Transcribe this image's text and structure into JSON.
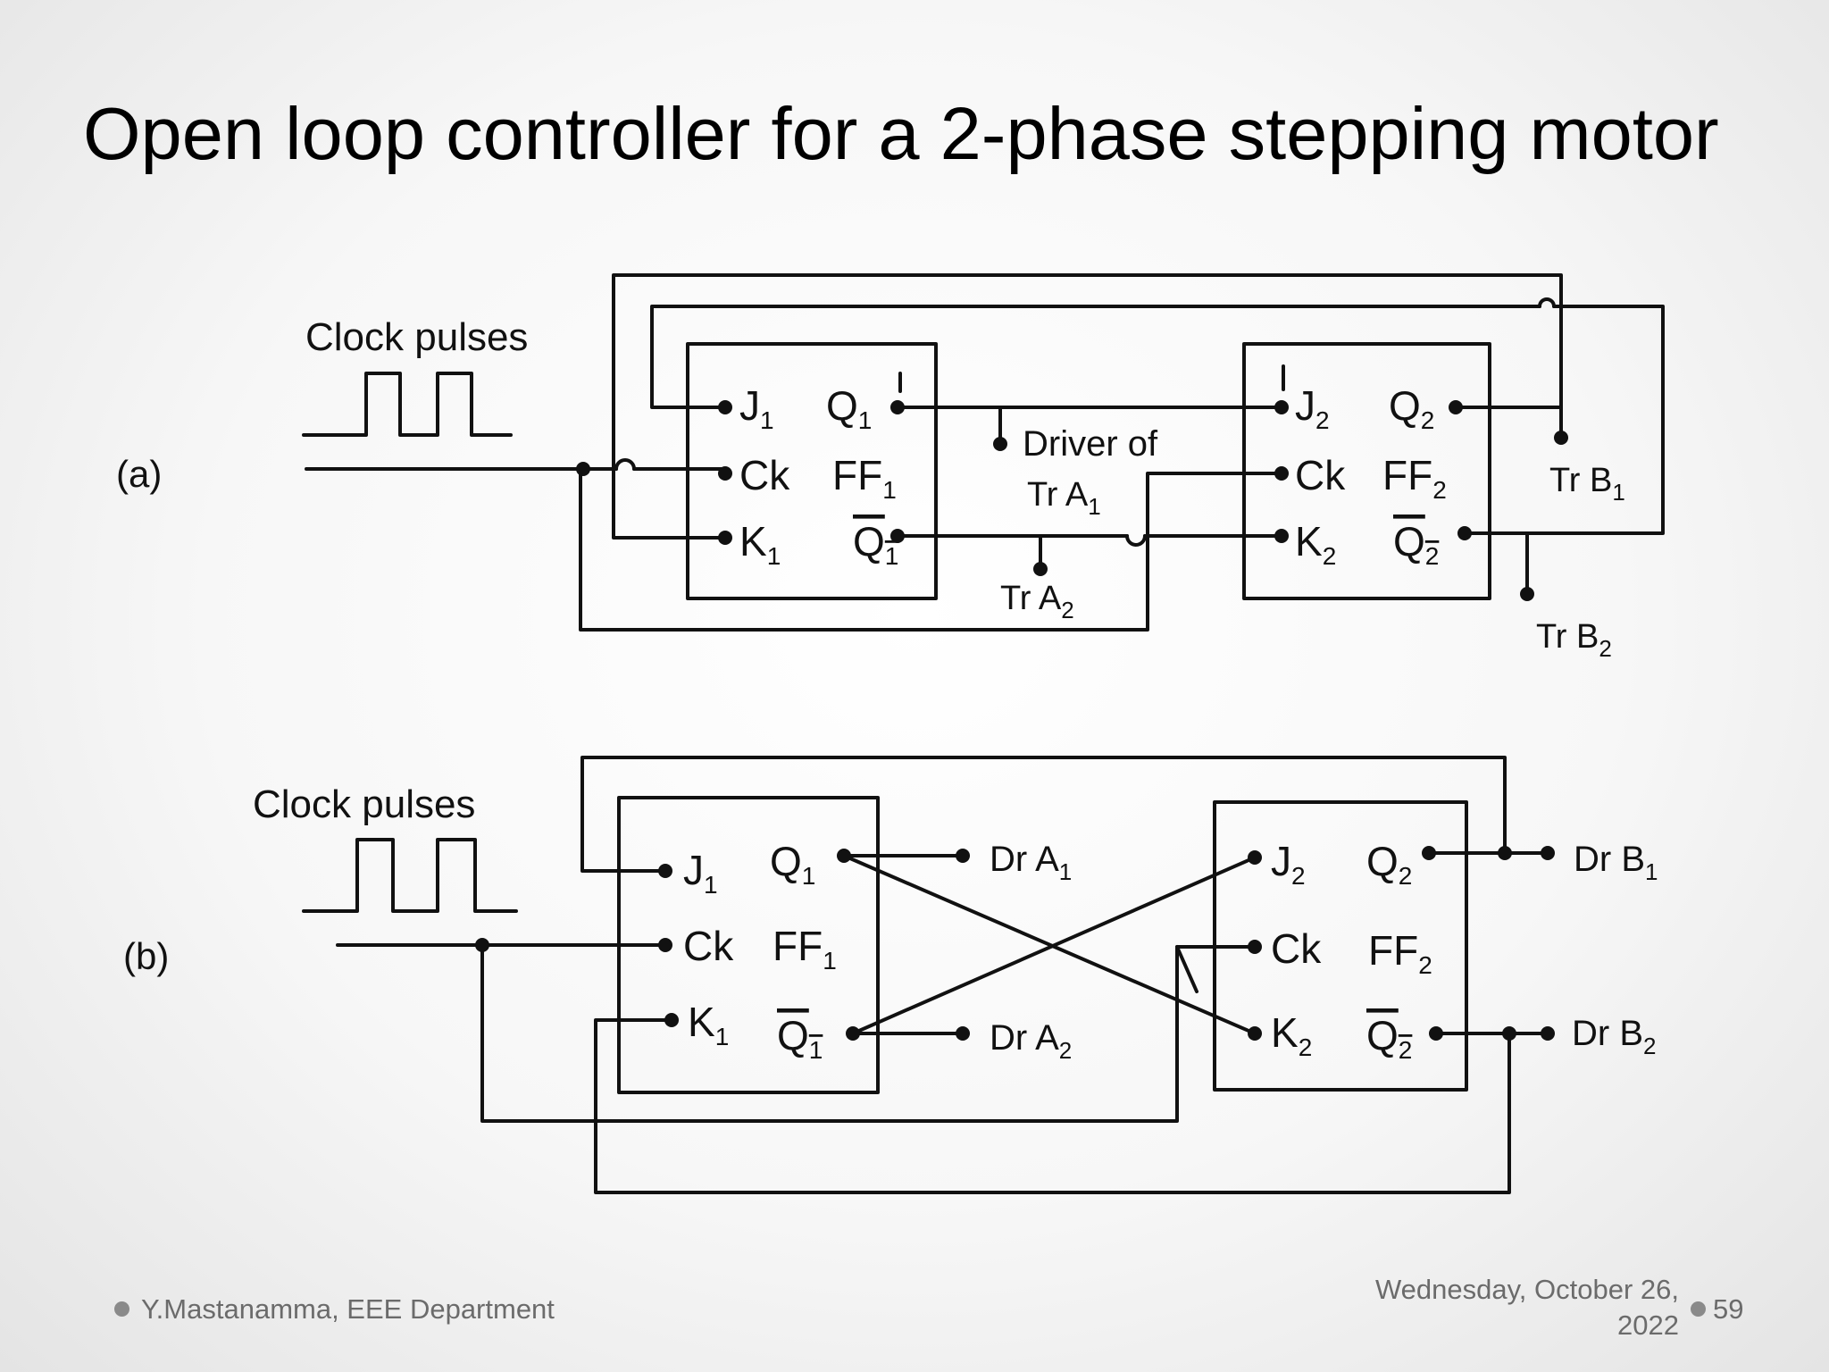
{
  "slide": {
    "title": "Open loop controller for a 2-phase stepping motor",
    "footer_author": "Y.Mastanamma, EEE Department",
    "footer_date_line1": "Wednesday, October 26,",
    "footer_date_line2": "2022",
    "page_number": "59"
  },
  "diagram_a": {
    "label": "(a)",
    "clock": "Clock pulses",
    "ff1": {
      "j": "J",
      "j_sub": "1",
      "ck": "Ck",
      "k": "K",
      "k_sub": "1",
      "q": "Q",
      "q_sub": "1",
      "qb": "Q",
      "qb_sub": "1",
      "name": "FF",
      "name_sub": "1"
    },
    "ff2": {
      "j": "J",
      "j_sub": "2",
      "ck": "Ck",
      "k": "K",
      "k_sub": "2",
      "q": "Q",
      "q_sub": "2",
      "qb": "Q",
      "qb_sub": "2",
      "name": "FF",
      "name_sub": "2"
    },
    "driver_of": "Driver of",
    "tr_a1": "Tr A",
    "tr_a1_sub": "1",
    "tr_a2": "Tr A",
    "tr_a2_sub": "2",
    "tr_b1": "Tr B",
    "tr_b1_sub": "1",
    "tr_b2": "Tr B",
    "tr_b2_sub": "2"
  },
  "diagram_b": {
    "label": "(b)",
    "clock": "Clock pulses",
    "ff1": {
      "j": "J",
      "j_sub": "1",
      "ck": "Ck",
      "k": "K",
      "k_sub": "1",
      "q": "Q",
      "q_sub": "1",
      "qb": "Q",
      "qb_sub": "1",
      "name": "FF",
      "name_sub": "1"
    },
    "ff2": {
      "j": "J",
      "j_sub": "2",
      "ck": "Ck",
      "k": "K",
      "k_sub": "2",
      "q": "Q",
      "q_sub": "2",
      "qb": "Q",
      "qb_sub": "2",
      "name": "FF",
      "name_sub": "2"
    },
    "dr_a1": "Dr A",
    "dr_a1_sub": "1",
    "dr_a2": "Dr A",
    "dr_a2_sub": "2",
    "dr_b1": "Dr B",
    "dr_b1_sub": "1",
    "dr_b2": "Dr B",
    "dr_b2_sub": "2"
  }
}
